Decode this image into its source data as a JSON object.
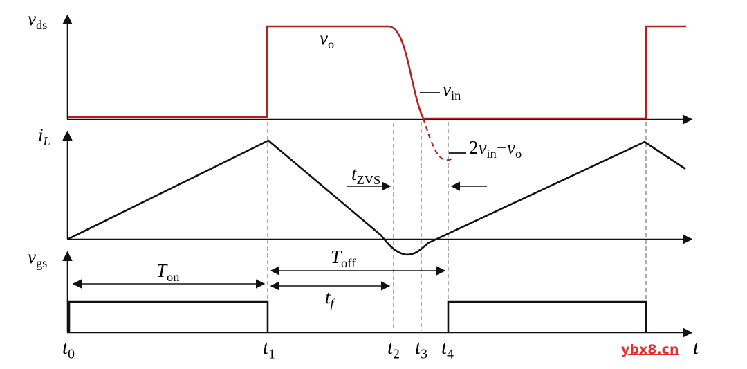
{
  "title": "ZVS converter switching waveform timing diagram",
  "colors": {
    "trace_red": "#b22020",
    "trace_black": "#111111",
    "dashed_guide": "#8a8a8a",
    "watermark": "#e03131",
    "background": "#ffffff"
  },
  "labels": {
    "vds": [
      {
        "t": "i",
        "v": "v"
      },
      {
        "t": "sn",
        "v": "ds"
      }
    ],
    "iL": [
      {
        "t": "i",
        "v": "i"
      },
      {
        "t": "si",
        "v": "L"
      }
    ],
    "vgs": [
      {
        "t": "i",
        "v": "v"
      },
      {
        "t": "sn",
        "v": "gs"
      }
    ],
    "vo": [
      {
        "t": "i",
        "v": "v"
      },
      {
        "t": "sn",
        "v": "o"
      }
    ],
    "vin": [
      {
        "t": "i",
        "v": "v"
      },
      {
        "t": "sn",
        "v": "in"
      }
    ],
    "two_vin_vo": [
      {
        "t": "n",
        "v": "2"
      },
      {
        "t": "i",
        "v": "v"
      },
      {
        "t": "sn",
        "v": "in"
      },
      {
        "t": "n",
        "v": "−"
      },
      {
        "t": "i",
        "v": "v"
      },
      {
        "t": "sn",
        "v": "o"
      }
    ],
    "tzvs": [
      {
        "t": "i",
        "v": "t"
      },
      {
        "t": "sn",
        "v": "ZVS"
      }
    ],
    "ton": [
      {
        "t": "i",
        "v": "T"
      },
      {
        "t": "sn",
        "v": "on"
      }
    ],
    "toff": [
      {
        "t": "i",
        "v": "T"
      },
      {
        "t": "sn",
        "v": "off"
      }
    ],
    "tf": [
      {
        "t": "i",
        "v": "t"
      },
      {
        "t": "si",
        "v": "f"
      }
    ],
    "t0": [
      {
        "t": "i",
        "v": "t"
      },
      {
        "t": "sn",
        "v": "0"
      }
    ],
    "t1": [
      {
        "t": "i",
        "v": "t"
      },
      {
        "t": "sn",
        "v": "1"
      }
    ],
    "t2": [
      {
        "t": "i",
        "v": "t"
      },
      {
        "t": "sn",
        "v": "2"
      }
    ],
    "t3": [
      {
        "t": "i",
        "v": "t"
      },
      {
        "t": "sn",
        "v": "3"
      }
    ],
    "t4": [
      {
        "t": "i",
        "v": "t"
      },
      {
        "t": "sn",
        "v": "4"
      }
    ],
    "t_axis": [
      {
        "t": "i",
        "v": "t"
      }
    ]
  },
  "waveform_data": {
    "time_markers": [
      "t0",
      "t1",
      "t2",
      "t3",
      "t4"
    ],
    "panels": [
      {
        "signal": "v_ds",
        "type": "line",
        "color": "#b22020",
        "description": "Drain-source voltage: 0 from t0 to t1; equals v_o from t1 to t2; resonant fall from v_o through v_in to 0 between t2 and t3; 0 afterwards; dashed continuation between t3 and t4 would resonate down toward 2v_in−v_o; steps back up to v_o at the next turn-off."
      },
      {
        "signal": "i_L",
        "type": "line",
        "color": "#111111",
        "description": "Inductor current: ramps up linearly from 0 at t0 to a positive peak at t1; ramps down through zero near t2 to a shallow negative valley between t2 and t4; then ramps up linearly to the next peak at the following turn-off."
      },
      {
        "signal": "v_gs",
        "type": "pulse",
        "color": "#111111",
        "description": "Gate drive: high from t0 to t1 (T_on); low from t1 to t4 (T_off, with fall interval t_f from t1 to t2); high again from t4 to the next turn-off."
      }
    ],
    "intervals": {
      "T_on": "t0 to t1",
      "T_off": "t1 to t4",
      "t_f": "t1 to t2",
      "t_ZVS": "t2 to t4"
    }
  },
  "watermark": {
    "text": "ybx8.cn"
  }
}
